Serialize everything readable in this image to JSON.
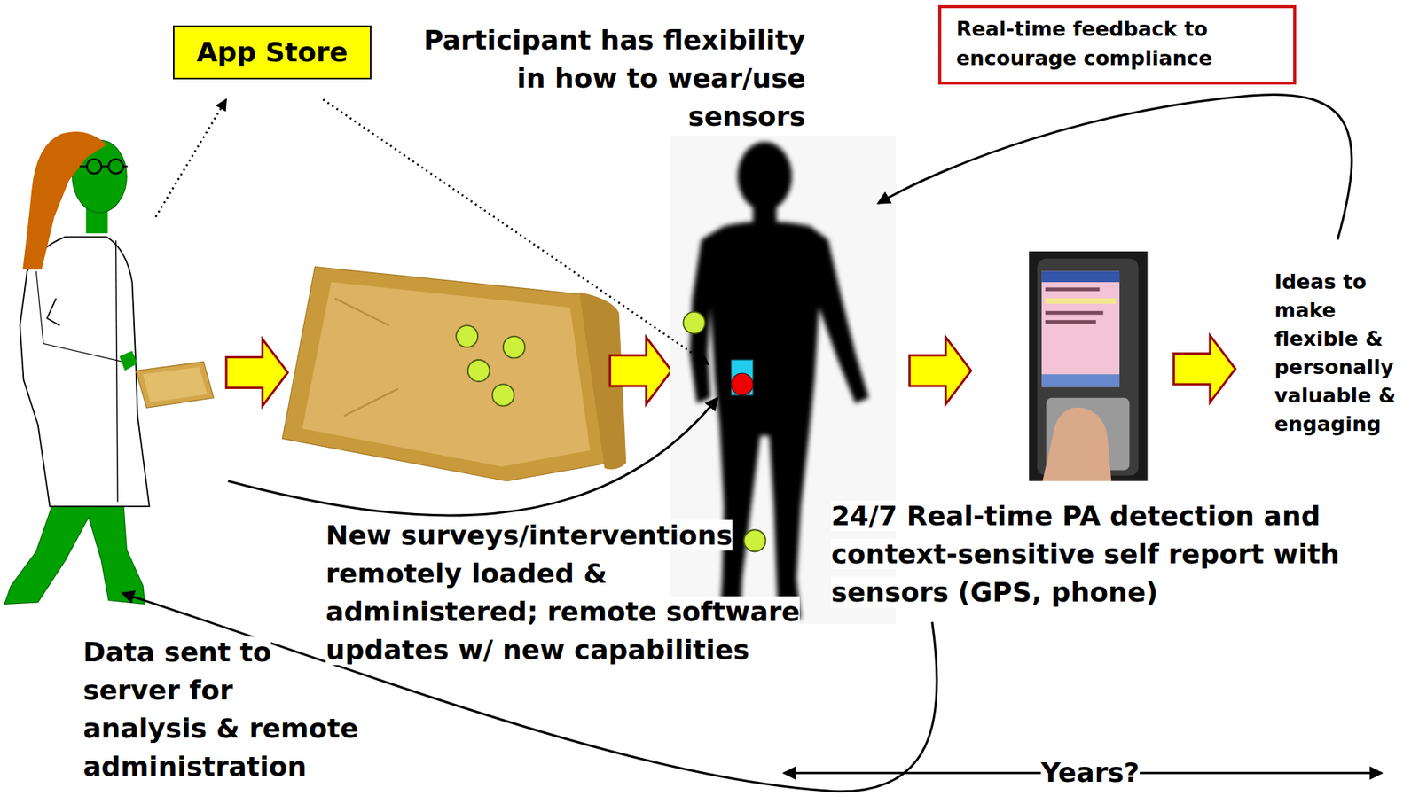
{
  "diagram": {
    "nodes": [
      {
        "text": [
          "App Store"
        ]
      },
      {
        "text": [
          "Real-time feedback to encourage compliance"
        ]
      }
    ],
    "labels": [
      "Participant has flexibility in how to wear/use sensors",
      "Ideas to make flexible & personally valuable & engaging",
      "24/7 Real-time PA detection and context-sensitive self report with sensors (GPS, phone)",
      "New surveys/interventions remotely loaded & administered; remote software updates w/ new capabilities",
      "Data sent to server for analysis & remote administration",
      "Years?"
    ]
  }
}
